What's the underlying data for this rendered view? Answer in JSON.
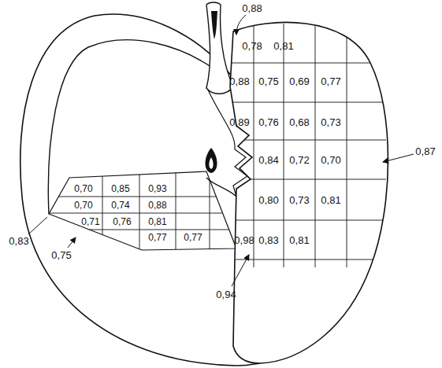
{
  "diagram": {
    "labels": [
      "0,88",
      "0,78",
      "0,81",
      "0,88",
      "0,75",
      "0,69",
      "0,77",
      "0,89",
      "0,76",
      "0,68",
      "0,73",
      "0,87",
      "0,84",
      "0,72",
      "0,70",
      "0,80",
      "0,73",
      "0,81",
      "0,98",
      "0,83",
      "0,81",
      "0,70",
      "0,85",
      "0,93",
      "0,70",
      "0,74",
      "0,88",
      "0,71",
      "0,76",
      "0,81",
      "0,77",
      "0,77",
      "0,83",
      "0,75",
      "0,94"
    ]
  }
}
